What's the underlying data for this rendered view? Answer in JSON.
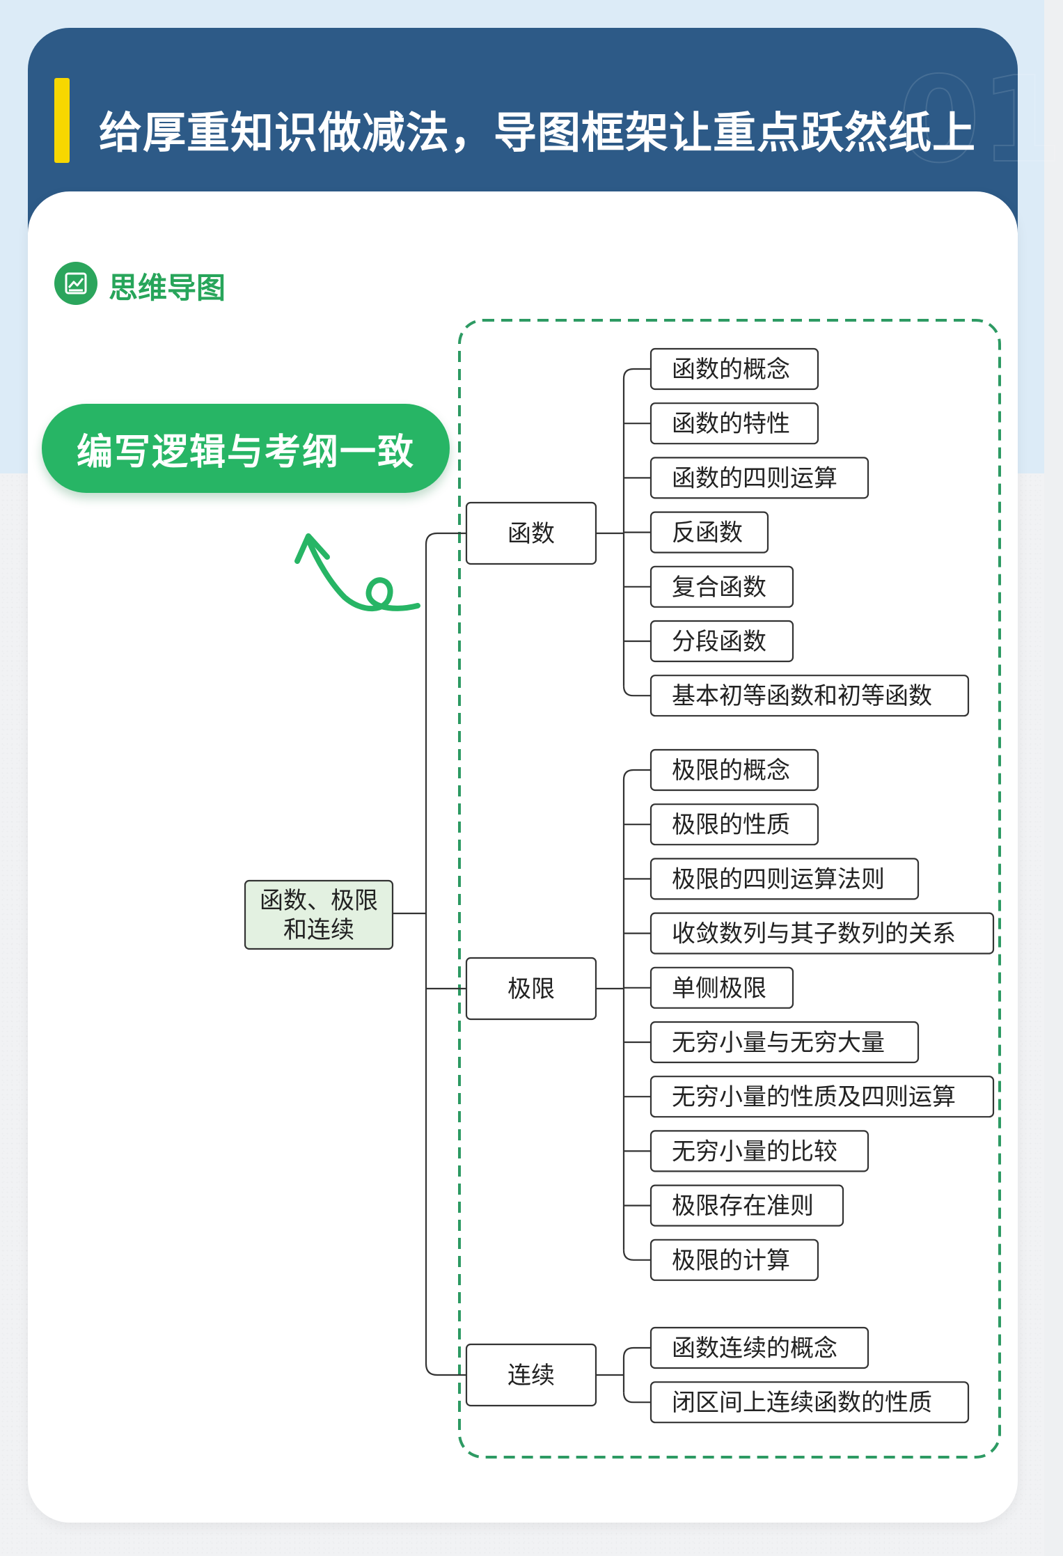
{
  "header": {
    "title": "给厚重知识做减法，导图框架让重点跃然纸上",
    "watermark": "01"
  },
  "section": {
    "icon": "chart-doc-icon",
    "label": "思维导图"
  },
  "highlight_pill": "编写逻辑与考纲一致",
  "colors": {
    "header_bg": "#2d5a87",
    "accent_yellow": "#f7d700",
    "brand_green": "#27b565",
    "root_fill": "#e3f1e1"
  },
  "mindmap": {
    "root": "函数、极限和连续",
    "branches": [
      {
        "label": "函数",
        "items": [
          "函数的概念",
          "函数的特性",
          "函数的四则运算",
          "反函数",
          "复合函数",
          "分段函数",
          "基本初等函数和初等函数"
        ]
      },
      {
        "label": "极限",
        "items": [
          "极限的概念",
          "极限的性质",
          "极限的四则运算法则",
          "收敛数列与其子数列的关系",
          "单侧极限",
          "无穷小量与无穷大量",
          "无穷小量的性质及四则运算",
          "无穷小量的比较",
          "极限存在准则",
          "极限的计算"
        ]
      },
      {
        "label": "连续",
        "items": [
          "函数连续的概念",
          "闭区间上连续函数的性质"
        ]
      }
    ]
  }
}
